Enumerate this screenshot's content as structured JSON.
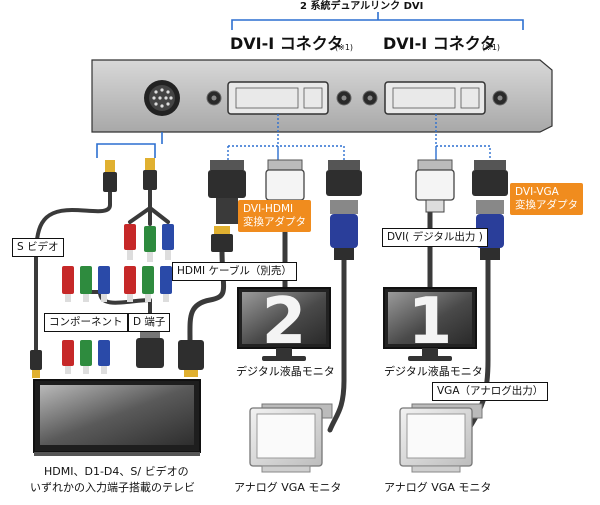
{
  "header": {
    "dual_link_label": "2 系統デュアルリンク DVI",
    "connector_left_label": "DVI-I コネクタ",
    "connector_right_label": "DVI-I コネクタ",
    "note_mark": "(※1)"
  },
  "adapters": {
    "dvi_hdmi": [
      "DVI-HDMI",
      "変換アダプタ"
    ],
    "dvi_vga": [
      "DVI-VGA",
      "変換アダプタ"
    ]
  },
  "cables": {
    "s_video": "S ビデオ",
    "hdmi_cable": "HDMI ケーブル（別売）",
    "component": "コンポーネント",
    "d_terminal": "D 端子",
    "dvi_digital": "DVI( デジタル出力 )",
    "vga_analog": "VGA（アナログ出力）"
  },
  "monitors": {
    "digital_2_number": "2",
    "digital_2_caption": "デジタル液晶モニタ",
    "digital_1_number": "1",
    "digital_1_caption": "デジタル液晶モニタ",
    "analog_left_caption": "アナログ VGA モニタ",
    "analog_right_caption": "アナログ VGA モニタ"
  },
  "tv": {
    "caption_line1": "HDMI、D1-D4、S/ ビデオの",
    "caption_line2": "いずれかの入力端子搭載のテレビ"
  },
  "colors": {
    "accent_orange": "#f08c1e",
    "bracket_blue": "#2c6fd0",
    "card_gray": "#bfbfbf",
    "cable_dark": "#3a3a3a",
    "vga_blue": "#2a3e9a"
  }
}
